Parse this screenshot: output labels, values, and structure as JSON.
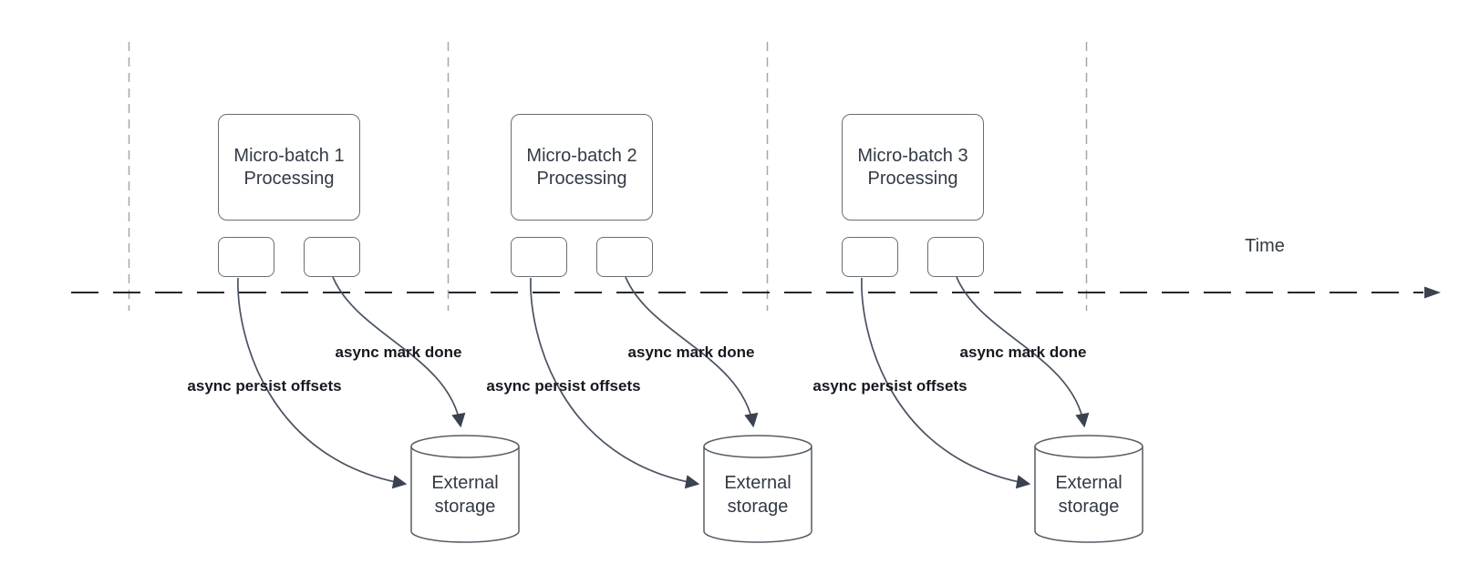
{
  "diagram": {
    "time_axis": {
      "label": "Time"
    },
    "batches": [
      {
        "box_label": "Micro-batch 1\nProcessing",
        "persist_label": "async persist offsets",
        "done_label": "async mark done",
        "storage_label": "External\nstorage"
      },
      {
        "box_label": "Micro-batch 2\nProcessing",
        "persist_label": "async persist offsets",
        "done_label": "async mark done",
        "storage_label": "External\nstorage"
      },
      {
        "box_label": "Micro-batch 3\nProcessing",
        "persist_label": "async persist offsets",
        "done_label": "async mark done",
        "storage_label": "External\nstorage"
      }
    ],
    "colors": {
      "axis": "#24282f",
      "gridline": "#a4a7ab",
      "arrow_stroke": "#4a5260",
      "shape_border": "#686d74",
      "text": "#333a44",
      "label_text": "#15191f"
    }
  }
}
